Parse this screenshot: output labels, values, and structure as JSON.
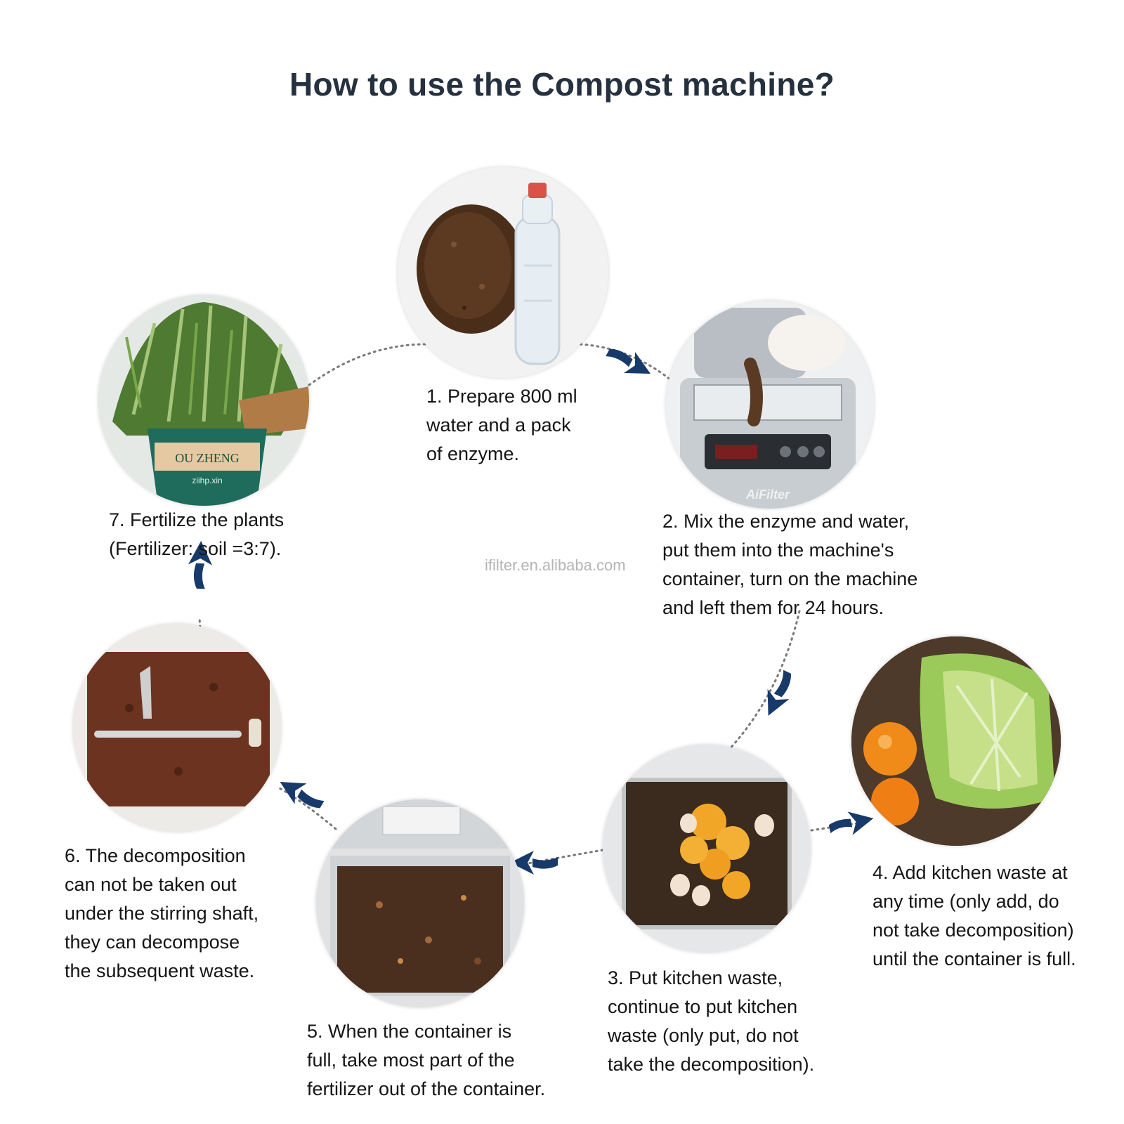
{
  "title": "How to use the Compost machine?",
  "watermark": "ifilter.en.alibaba.com",
  "photo_texts": {
    "brand": "AiFilter",
    "pot_label": "OU ZHENG",
    "pot_url": "ziihp.xin"
  },
  "steps": [
    {
      "id": 1,
      "lines": [
        "1. Prepare 800 ml",
        "water and a pack",
        "of enzyme."
      ]
    },
    {
      "id": 2,
      "lines": [
        "2. Mix the enzyme and water,",
        "put them into the machine's",
        "container, turn on the machine",
        "and left them for 24 hours."
      ]
    },
    {
      "id": 3,
      "lines": [
        "3. Put kitchen waste,",
        "continue to put kitchen",
        "waste (only put, do not",
        "take the decomposition)."
      ]
    },
    {
      "id": 4,
      "lines": [
        "4. Add kitchen waste at",
        "any time (only add, do",
        "not take decomposition)",
        "until the container is full."
      ]
    },
    {
      "id": 5,
      "lines": [
        "5. When the container is",
        "full, take most part of the",
        "fertilizer out of the container."
      ]
    },
    {
      "id": 6,
      "lines": [
        "6. The decomposition",
        "can not be taken out",
        "under the stirring shaft,",
        "they can decompose",
        "the subsequent waste."
      ]
    },
    {
      "id": 7,
      "lines": [
        "7. Fertilize the plants",
        "(Fertilizer: soil =3:7)."
      ]
    }
  ],
  "colors": {
    "arrow": "#173a6b",
    "title": "#26313f",
    "dots": "#7a7a7a",
    "watermark": "#b4b4b4"
  },
  "icons": [
    "curved-arrow-icon",
    "dotted-connector"
  ]
}
